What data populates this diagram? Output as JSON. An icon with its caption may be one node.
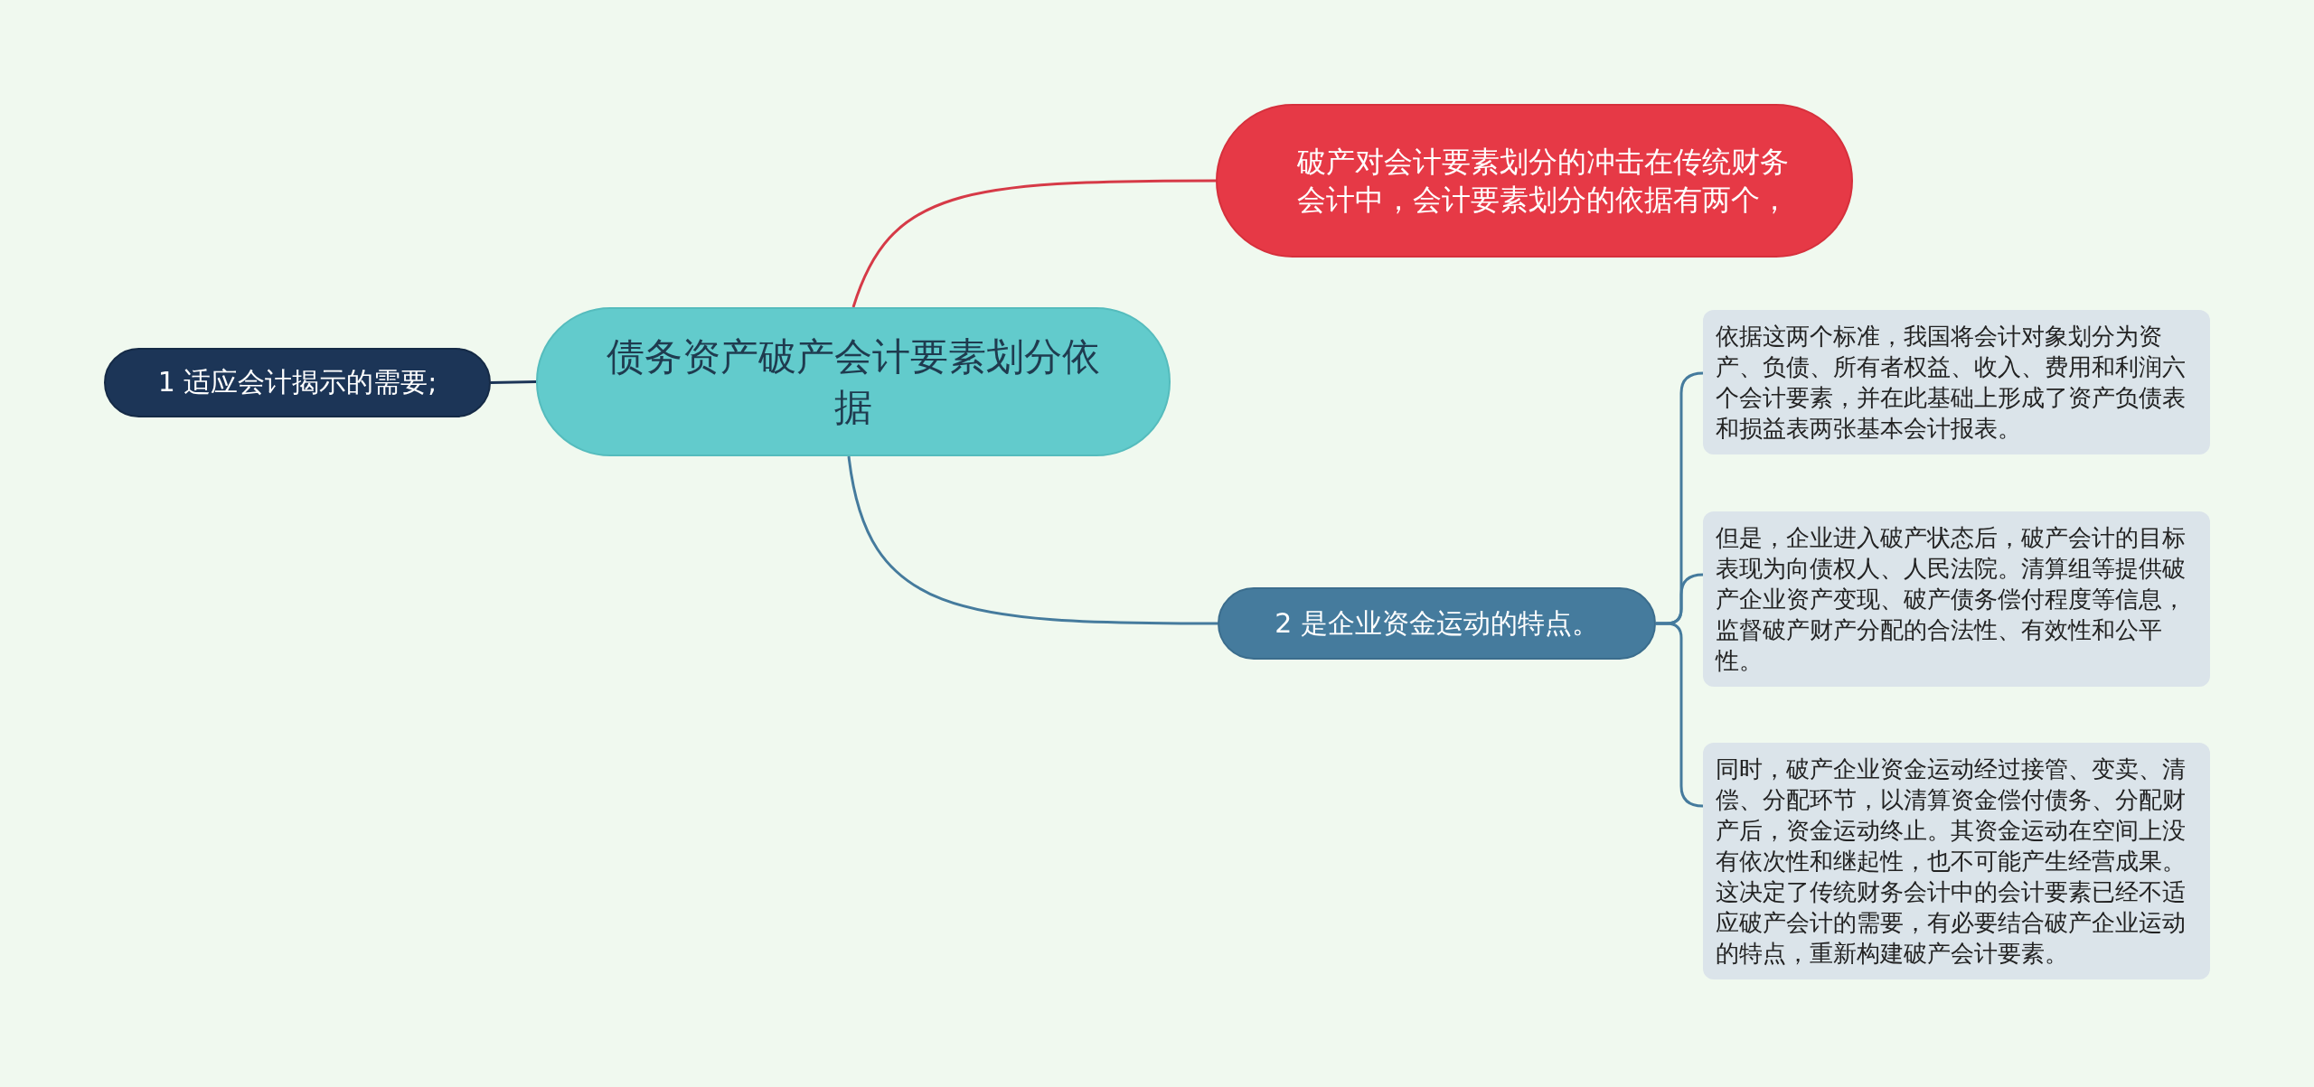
{
  "diagram": {
    "nodes": [
      {
        "text": [
          "债务资产破产会计要素划分依据"
        ]
      },
      {
        "text": [
          "破产对会计要素划分的冲击在传统财务会计中，会计要素划分的依据有两个，"
        ]
      },
      {
        "text": [
          "1 适应会计揭示的需要;"
        ]
      },
      {
        "text": [
          "2 是企业资金运动的特点。"
        ]
      },
      {
        "text": [
          "依据这两个标准，我国将会计对象划分为资产、负债、所有者权益、收入、费用和利润六个会计要素，并在此基础上形成了资产负债表和损益表两张基本会计报表。"
        ]
      },
      {
        "text": [
          "但是，企业进入破产状态后，破产会计的目标表现为向债权人、人民法院。清算组等提供破产企业资产变现、破产债务偿付程度等信息，监督破产财产分配的合法性、有效性和公平性。"
        ]
      },
      {
        "text": [
          "同时，破产企业资金运动经过接管、变卖、清偿、分配环节，以清算资金偿付债务、分配财产后，资金运动终止。其资金运动在空间上没有依次性和继起性，也不可能产生经营成果。这决定了传统财务会计中的会计要素已经不适应破产会计的需要，有必要结合破产企业运动的特点，重新构建破产会计要素。"
        ]
      }
    ],
    "edges": [
      {
        "from": 0,
        "to": 1,
        "arrow": "none",
        "color": "#d63a47"
      },
      {
        "from": 0,
        "to": 2,
        "arrow": "none",
        "color": "#1c3557"
      },
      {
        "from": 0,
        "to": 3,
        "arrow": "none"
      },
      {
        "from": 3,
        "to": 4,
        "arrow": "none"
      },
      {
        "from": 3,
        "to": 5,
        "arrow": "none"
      },
      {
        "from": 3,
        "to": 6,
        "arrow": "none"
      }
    ]
  }
}
